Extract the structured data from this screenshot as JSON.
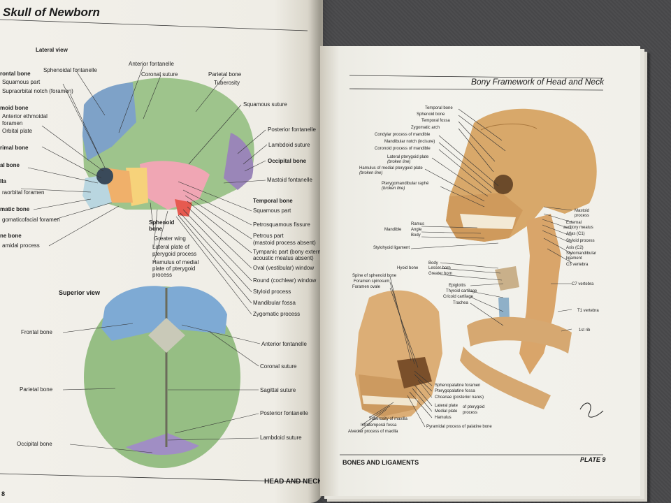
{
  "left_page": {
    "title": "Skull of Newborn",
    "lateral_view": {
      "heading": "Lateral view",
      "labels": [
        "Sphenoidal fontanelle",
        "Anterior fontanelle",
        "Coronal suture",
        "Parietal bone",
        "Tuberosity",
        "rontal bone",
        "Squamous part",
        "Supraorbital notch (foramen)",
        "moid bone",
        "Anterior ethmoidal",
        "foramen",
        "Orbital plate",
        "rimal bone",
        "al bone",
        "lla",
        "raorbital foramen",
        "matic bone",
        "gomaticofacial foramen",
        "ne bone",
        "amidal process",
        "Squamous suture",
        "Posterior fontanelle",
        "Lambdoid suture",
        "Occipital bone",
        "Mastoid fontanelle",
        "Temporal bone",
        "Squamous part",
        "Petrosquamous fissure",
        "Petrous part",
        "(mastoid process absent)",
        "Tympanic part (bony external",
        "acoustic meatus absent)",
        "Oval (vestibular) window",
        "Round (cochlear) window",
        "Styloid process",
        "Mandibular fossa",
        "Zygomatic process",
        "Sphenoid",
        "bone",
        "Greater wing",
        "Lateral plate of",
        "pterygoid process",
        "Hamulus of medial",
        "plate of pterygoid",
        "process"
      ]
    },
    "superior_view": {
      "heading": "Superior view",
      "labels": [
        "Frontal bone",
        "Parietal bone",
        "Occipital bone",
        "Anterior fontanelle",
        "Coronal suture",
        "Sagittal suture",
        "Posterior fontanelle",
        "Lambdoid suture"
      ]
    },
    "footer": "HEAD AND NECK",
    "page_number": "8"
  },
  "right_page": {
    "title": "Bony Framework of Head and Neck",
    "labels": [
      "Temporal bone",
      "Sphenoid bone",
      "Temporal fossa",
      "Zygomatic arch",
      "Condylar process of mandible",
      "Mandibular notch (incisure)",
      "Coronoid process of mandible",
      "Lateral pterygoid plate",
      "(broken line)",
      "Hamulus of medial pterygoid plate",
      "(broken line)",
      "Pterygomandibular raphé",
      "(broken line)",
      "Ramus",
      "Mandible",
      "Angle",
      "Body",
      "Stylohyoid ligament",
      "Body",
      "Hyoid bone",
      "Lesser horn",
      "Greater horn",
      "Epiglottis",
      "Thyroid cartilage",
      "Cricoid cartilage",
      "Trachea",
      "Mastoid",
      "process",
      "External",
      "auditory meatus",
      "Atlas (C1)",
      "Styloid process",
      "Axis (C2)",
      "Stylomandibular",
      "ligament",
      "C3 vertebra",
      "C7 vertebra",
      "T1 vertebra",
      "1st rib",
      "Spine of sphenoid bone",
      "Foramen spinosum",
      "Foramen ovale",
      "Sphenopalatine foramen",
      "Pterygopalatine fossa",
      "Choanae (posterior nares)",
      "Lateral plate",
      "Medial plate",
      "of pterygoid",
      "process",
      "Hamulus",
      "Tuberosity of maxilla",
      "Infratemporal fossa",
      "Alveolar process of maxilla",
      "Pyramidal process of palatine bone"
    ],
    "footer_left": "BONES AND LIGAMENTS",
    "footer_right": "PLATE 9",
    "signature": "F. Netter"
  }
}
